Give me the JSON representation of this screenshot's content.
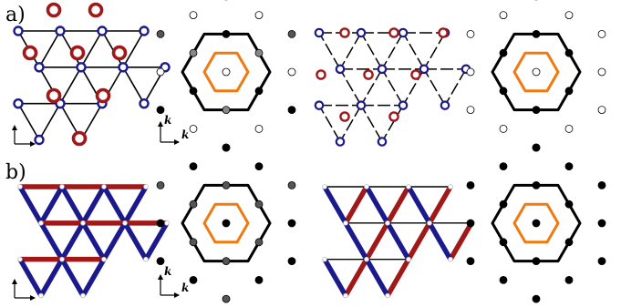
{
  "figure": {
    "panel_labels": [
      "a)",
      "b)"
    ],
    "k_label": "k",
    "colors": {
      "blue": "#1a1a8c",
      "red": "#a01818",
      "orange": "#f07a10",
      "black": "#000000",
      "gray_dark": "#555555",
      "gray_mid": "#888888"
    }
  }
}
